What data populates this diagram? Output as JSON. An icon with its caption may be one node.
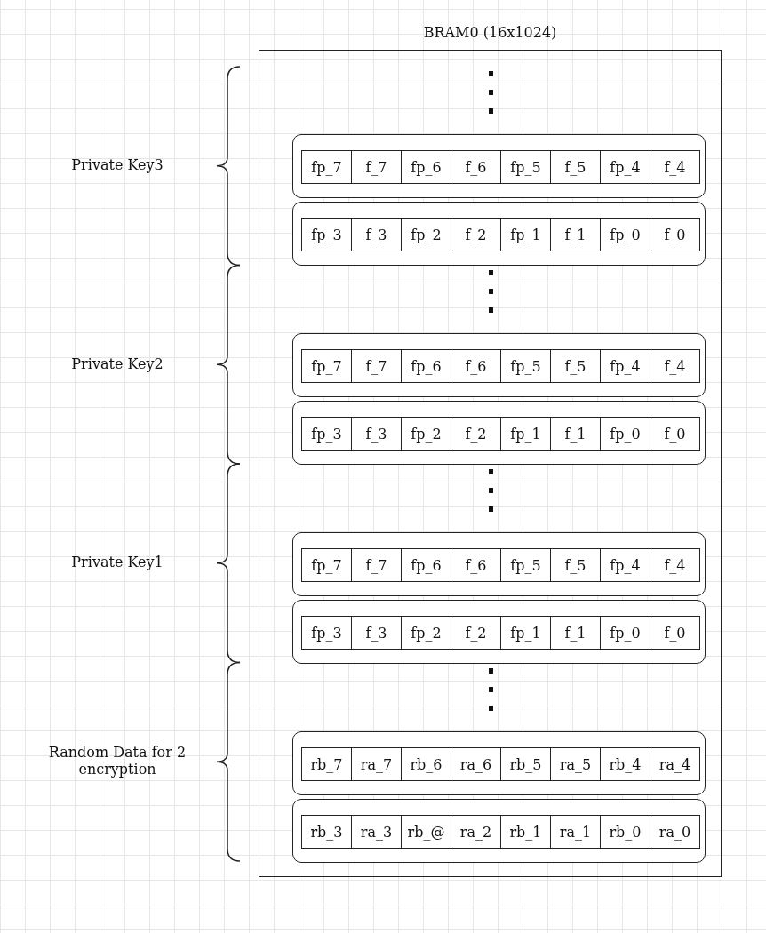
{
  "diagram": {
    "nodes": [
      {
        "text": [
          "BRAM0 (16x1024)"
        ]
      },
      {
        "text": [],
        "shape": "box",
        "in": 0
      },
      {
        "text": [
          "fp_7"
        ],
        "in": 1
      },
      {
        "text": [
          "f_7"
        ],
        "in": 1
      },
      {
        "text": [
          "fp_6"
        ],
        "in": 1
      },
      {
        "text": [
          "f_6"
        ],
        "in": 1
      },
      {
        "text": [
          "fp_5"
        ],
        "in": 1
      },
      {
        "text": [
          "f_5"
        ],
        "in": 1
      },
      {
        "text": [
          "fp_4"
        ],
        "in": 1
      },
      {
        "text": [
          "f_4"
        ],
        "in": 1
      },
      {
        "text": [],
        "shape": "box",
        "in": 0
      },
      {
        "text": [
          "fp_3"
        ],
        "in": 10
      },
      {
        "text": [
          "f_3"
        ],
        "in": 10
      },
      {
        "text": [
          "fp_2"
        ],
        "in": 10
      },
      {
        "text": [
          "f_2"
        ],
        "in": 10
      },
      {
        "text": [
          "fp_1"
        ],
        "in": 10
      },
      {
        "text": [
          "f_1"
        ],
        "in": 10
      },
      {
        "text": [
          "fp_0"
        ],
        "in": 10
      },
      {
        "text": [
          "f_0"
        ],
        "in": 10
      },
      {
        "text": [],
        "shape": "box",
        "in": 0
      },
      {
        "text": [
          "fp_7"
        ],
        "in": 19
      },
      {
        "text": [
          "f_7"
        ],
        "in": 19
      },
      {
        "text": [
          "fp_6"
        ],
        "in": 19
      },
      {
        "text": [
          "f_6"
        ],
        "in": 19
      },
      {
        "text": [
          "fp_5"
        ],
        "in": 19
      },
      {
        "text": [
          "f_5"
        ],
        "in": 19
      },
      {
        "text": [
          "fp_4"
        ],
        "in": 19
      },
      {
        "text": [
          "f_4"
        ],
        "in": 19
      },
      {
        "text": [],
        "shape": "box",
        "in": 0
      },
      {
        "text": [
          "fp_3"
        ],
        "in": 28
      },
      {
        "text": [
          "f_3"
        ],
        "in": 28
      },
      {
        "text": [
          "fp_2"
        ],
        "in": 28
      },
      {
        "text": [
          "f_2"
        ],
        "in": 28
      },
      {
        "text": [
          "fp_1"
        ],
        "in": 28
      },
      {
        "text": [
          "f_1"
        ],
        "in": 28
      },
      {
        "text": [
          "fp_0"
        ],
        "in": 28
      },
      {
        "text": [
          "f_0"
        ],
        "in": 28
      },
      {
        "text": [],
        "shape": "box",
        "in": 0
      },
      {
        "text": [
          "fp_7"
        ],
        "in": 37
      },
      {
        "text": [
          "f_7"
        ],
        "in": 37
      },
      {
        "text": [
          "fp_6"
        ],
        "in": 37
      },
      {
        "text": [
          "f_6"
        ],
        "in": 37
      },
      {
        "text": [
          "fp_5"
        ],
        "in": 37
      },
      {
        "text": [
          "f_5"
        ],
        "in": 37
      },
      {
        "text": [
          "fp_4"
        ],
        "in": 37
      },
      {
        "text": [
          "f_4"
        ],
        "in": 37
      },
      {
        "text": [],
        "shape": "box",
        "in": 0
      },
      {
        "text": [
          "fp_3"
        ],
        "in": 46
      },
      {
        "text": [
          "f_3"
        ],
        "in": 46
      },
      {
        "text": [
          "fp_2"
        ],
        "in": 46
      },
      {
        "text": [
          "f_2"
        ],
        "in": 46
      },
      {
        "text": [
          "fp_1"
        ],
        "in": 46
      },
      {
        "text": [
          "f_1"
        ],
        "in": 46
      },
      {
        "text": [
          "fp_0"
        ],
        "in": 46
      },
      {
        "text": [
          "f_0"
        ],
        "in": 46
      },
      {
        "text": [],
        "shape": "box",
        "in": 0
      },
      {
        "text": [
          "rb_7"
        ],
        "in": 55
      },
      {
        "text": [
          "ra_7"
        ],
        "in": 55
      },
      {
        "text": [
          "rb_6"
        ],
        "in": 55
      },
      {
        "text": [
          "ra_6"
        ],
        "in": 55
      },
      {
        "text": [
          "rb_5"
        ],
        "in": 55
      },
      {
        "text": [
          "ra_5"
        ],
        "in": 55
      },
      {
        "text": [
          "rb_4"
        ],
        "in": 55
      },
      {
        "text": [
          "ra_4"
        ],
        "in": 55
      },
      {
        "text": [],
        "shape": "box",
        "in": 0
      },
      {
        "text": [
          "rb_3"
        ],
        "in": 64
      },
      {
        "text": [
          "ra_3"
        ],
        "in": 64
      },
      {
        "text": [
          "rb_@"
        ],
        "in": 64
      },
      {
        "text": [
          "ra_2"
        ],
        "in": 64
      },
      {
        "text": [
          "rb_1"
        ],
        "in": 64
      },
      {
        "text": [
          "ra_1"
        ],
        "in": 64
      },
      {
        "text": [
          "rb_0"
        ],
        "in": 64
      },
      {
        "text": [
          "ra_0"
        ],
        "in": 64
      }
    ],
    "labels": [
      "Private Key3",
      "Private Key2",
      "Private Key1",
      "Random Data for 2 encryption"
    ]
  }
}
